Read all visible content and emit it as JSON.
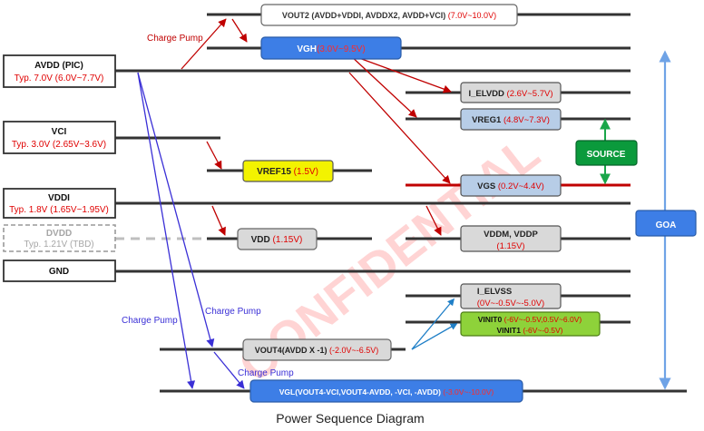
{
  "caption": "Power Sequence Diagram",
  "watermark": "CONFIDENTIAL",
  "colors": {
    "rail": "#333333",
    "red_arrow": "#c00000",
    "blue_arrow": "#3a2fd6",
    "range_text": "#e00000",
    "vgh_box": "#3d7ee6",
    "vgl_box": "#3d7ee6",
    "goa_box": "#3d7ee6",
    "vref15_box": "#f3f300",
    "source_box": "#0b9a3c",
    "vinit_box": "#8ed23a",
    "light_blue_box": "#b7cde7",
    "grey_box": "#d9d9d9",
    "vgs_line": "#c00000",
    "goa_arrow": "#6fa3e6",
    "source_arrow": "#1aa64a"
  },
  "sources": {
    "avdd": {
      "name": "AVDD (PIC)",
      "range": "Typ. 7.0V (6.0V~7.7V)"
    },
    "vci": {
      "name": "VCI",
      "range": "Typ. 3.0V (2.65V~3.6V)"
    },
    "vddi": {
      "name": "VDDI",
      "range": "Typ. 1.8V (1.65V~1.95V)"
    },
    "dvdd": {
      "name": "DVDD",
      "range": "Typ. 1.21V (TBD)"
    },
    "gnd": {
      "name": "GND"
    }
  },
  "boxes": {
    "vout2": {
      "name": "VOUT2 (AVDD+VDDI, AVDDX2, AVDD+VCI) ",
      "range": "(7.0V~10.0V)"
    },
    "vgh": {
      "name": "VGH",
      "range": "(3.0V~9.5V)"
    },
    "i_elvdd": {
      "name": "I_ELVDD ",
      "range": "(2.6V~5.7V)"
    },
    "vreg1": {
      "name": "VREG1 ",
      "range": "(4.8V~7.3V)"
    },
    "source": {
      "name": "SOURCE"
    },
    "vref15": {
      "name": "VREF15 ",
      "range": "(1.5V)"
    },
    "vgs": {
      "name": "VGS ",
      "range": "(0.2V~4.4V)"
    },
    "goa": {
      "name": "GOA"
    },
    "vdd": {
      "name": "VDD ",
      "range": "(1.15V)"
    },
    "vddm": {
      "name": "VDDM, VDDP",
      "range": "(1.15V)"
    },
    "i_elvss": {
      "name": "I_ELVSS",
      "range": "(0V~-0.5V~-5.0V)"
    },
    "vinit": {
      "line1_name": "VINIT0 ",
      "line1_range": "(-6V~-0.5V,0.5V~6.0V)",
      "line2_name": "VINIT1 ",
      "line2_range": "(-6V~-0.5V)"
    },
    "vout4": {
      "name": "VOUT4(AVDD X -1) ",
      "range": "(-2.0V~-6.5V)"
    },
    "vgl": {
      "name": "VGL(VOUT4-VCI,VOUT4-AVDD, -VCI, -AVDD) ",
      "range": "(-3.0V~-10.0V)"
    }
  },
  "labels": {
    "charge_pump_top": "Charge Pump",
    "charge_pump_left": "Charge Pump",
    "charge_pump_mid": "Charge Pump",
    "charge_pump_bottom": "Charge Pump"
  }
}
